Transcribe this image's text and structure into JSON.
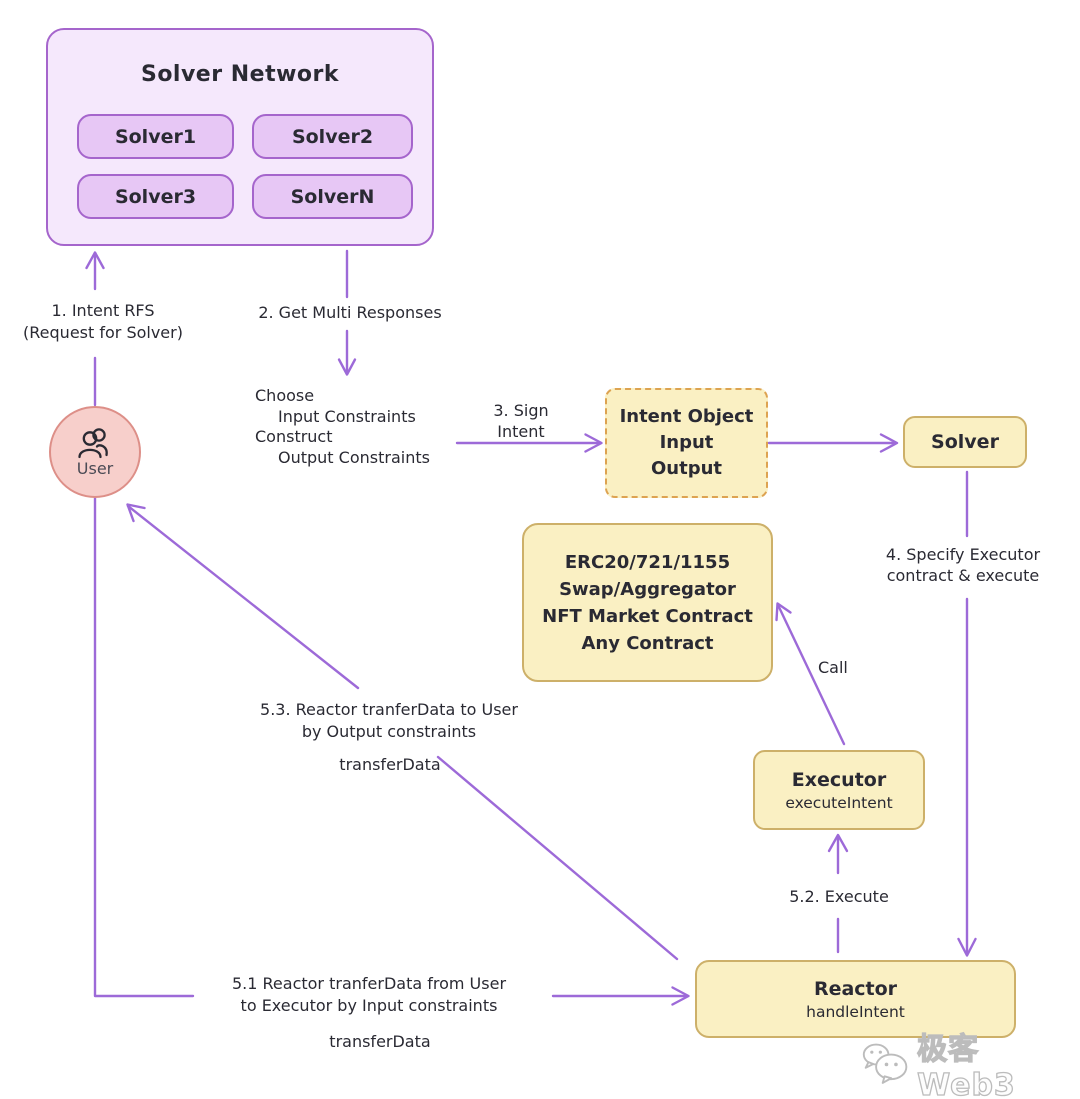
{
  "palette": {
    "arrow_purple": "#9d6ad8",
    "network_fill": "#f5e8fc",
    "network_border": "#a565cc",
    "solver_chip_fill": "#e7c7f5",
    "yellow_fill": "#faf0c3",
    "yellow_border": "#cdb069",
    "dashed_border": "#dda351",
    "user_fill": "#f7cfcb",
    "user_border": "#dd8f88",
    "text": "#2a2a33",
    "watermark_gray": "#bcbcbc"
  },
  "solver_network": {
    "title": "Solver Network",
    "solvers": [
      "Solver1",
      "Solver2",
      "Solver3",
      "SolverN"
    ]
  },
  "user": {
    "label": "User"
  },
  "boxes": {
    "intent_object": {
      "lines": [
        "Intent Object",
        "Input",
        "Output"
      ]
    },
    "solver": {
      "label": "Solver"
    },
    "contracts": {
      "lines": [
        "ERC20/721/1155",
        "Swap/Aggregator",
        "NFT Market Contract",
        "Any Contract"
      ]
    },
    "executor": {
      "title": "Executor",
      "subtitle": "executeIntent"
    },
    "reactor": {
      "title": "Reactor",
      "subtitle": "handleIntent"
    }
  },
  "labels": {
    "step1": [
      "1. Intent RFS",
      "(Request for Solver)"
    ],
    "step2": "2. Get Multi Responses",
    "choose": [
      "Choose",
      "Input Constraints",
      "Construct",
      "Output Constraints"
    ],
    "step3": [
      "3. Sign",
      "Intent"
    ],
    "step4": [
      "4. Specify Executor",
      "contract & execute"
    ],
    "call": "Call",
    "step52": "5.2. Execute",
    "step51": [
      "5.1 Reactor tranferData from User",
      "to Executor by Input constraints"
    ],
    "step51_fn": "transferData",
    "step53": [
      "5.3. Reactor tranferData to User",
      "by Output constraints"
    ],
    "step53_fn": "transferData"
  },
  "watermark": {
    "text": "极客 Web3"
  }
}
